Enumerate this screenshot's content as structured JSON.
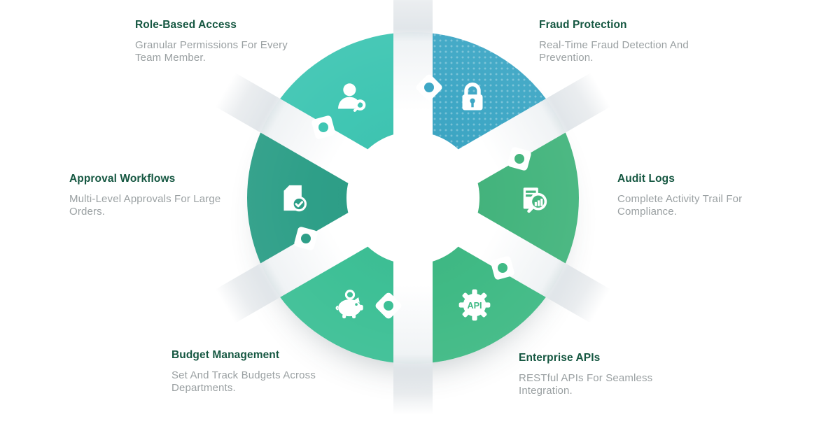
{
  "colors": {
    "background": "#FFFFFF",
    "title_text": "#155741",
    "description_text": "#9AA0A2"
  },
  "features": [
    {
      "id": "role-based-access",
      "position": "top-left",
      "title": "Role-Based Access",
      "description": "Granular Permissions For Every Team Member.",
      "icon": "user-key-icon",
      "color": "#40C6B3"
    },
    {
      "id": "fraud-protection",
      "position": "top-right",
      "title": "Fraud Protection",
      "description": "Real-Time Fraud Detection And Prevention.",
      "icon": "padlock-icon",
      "color": "#3EA7C5"
    },
    {
      "id": "approval-workflows",
      "position": "left",
      "title": "Approval Workflows",
      "description": "Multi-Level Approvals For Large Orders.",
      "icon": "document-check-icon",
      "color": "#2E9F88"
    },
    {
      "id": "audit-logs",
      "position": "right",
      "title": "Audit Logs",
      "description": "Complete Activity Trail For Compliance.",
      "icon": "report-magnifier-icon",
      "color": "#45B57E"
    },
    {
      "id": "budget-management",
      "position": "bottom-left",
      "title": "Budget Management",
      "description": "Set And Track Budgets Across Departments.",
      "icon": "piggy-bank-icon",
      "color": "#3EC096"
    },
    {
      "id": "enterprise-apis",
      "position": "bottom-right",
      "title": "Enterprise APIs",
      "description": "RESTful APIs For Seamless Integration.",
      "icon": "api-gear-icon",
      "color": "#40BA85",
      "icon_label": "API"
    }
  ]
}
